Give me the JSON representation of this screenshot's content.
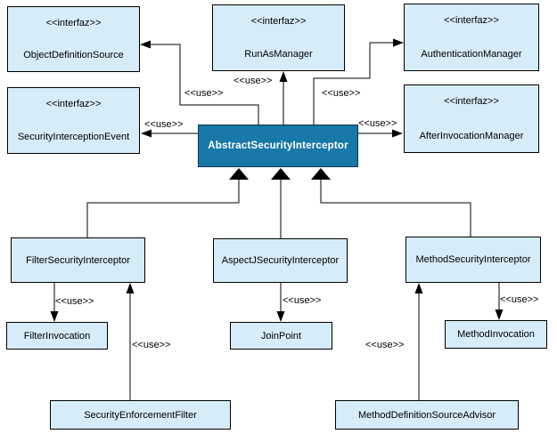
{
  "diagram": {
    "type": "uml-class-diagram",
    "use_label": "<<use>>",
    "colors": {
      "node_fill": "#d6ecf8",
      "node_border": "#000000",
      "main_node_fill": "#1878a8",
      "main_node_text": "#ffffff",
      "line": "#000000",
      "background": "#ffffff"
    },
    "nodes": {
      "object_definition_source": {
        "stereotype": "<<interfaz>>",
        "label": "ObjectDefinitionSource",
        "kind": "interface"
      },
      "run_as_manager": {
        "stereotype": "<<interfaz>>",
        "label": "RunAsManager",
        "kind": "interface"
      },
      "authentication_manager": {
        "stereotype": "<<interfaz>>",
        "label": "AuthenticationManager",
        "kind": "interface"
      },
      "security_interception_event": {
        "stereotype": "<<interfaz>>",
        "label": "SecurityInterceptionEvent",
        "kind": "interface"
      },
      "after_invocation_manager": {
        "stereotype": "<<interfaz>>",
        "label": "AfterInvocationManager",
        "kind": "interface"
      },
      "abstract_security_interceptor": {
        "label": "AbstractSecurityInterceptor",
        "kind": "abstract-class"
      },
      "filter_security_interceptor": {
        "label": "FilterSecurityInterceptor",
        "kind": "class"
      },
      "aspectj_security_interceptor": {
        "label": "AspectJSecurityInterceptor",
        "kind": "class"
      },
      "method_security_interceptor": {
        "label": "MethodSecurityInterceptor",
        "kind": "class"
      },
      "filter_invocation": {
        "label": "FilterInvocation",
        "kind": "class"
      },
      "join_point": {
        "label": "JoinPoint",
        "kind": "class"
      },
      "method_invocation": {
        "label": "MethodInvocation",
        "kind": "class"
      },
      "security_enforcement_filter": {
        "label": "SecurityEnforcementFilter",
        "kind": "class"
      },
      "method_definition_source_advisor": {
        "label": "MethodDefinitionSourceAdvisor",
        "kind": "class"
      }
    },
    "relationships": [
      {
        "from": "abstract_security_interceptor",
        "to": "object_definition_source",
        "type": "use"
      },
      {
        "from": "abstract_security_interceptor",
        "to": "run_as_manager",
        "type": "use"
      },
      {
        "from": "abstract_security_interceptor",
        "to": "authentication_manager",
        "type": "use"
      },
      {
        "from": "abstract_security_interceptor",
        "to": "security_interception_event",
        "type": "use"
      },
      {
        "from": "abstract_security_interceptor",
        "to": "after_invocation_manager",
        "type": "use"
      },
      {
        "from": "filter_security_interceptor",
        "to": "abstract_security_interceptor",
        "type": "generalization"
      },
      {
        "from": "aspectj_security_interceptor",
        "to": "abstract_security_interceptor",
        "type": "generalization"
      },
      {
        "from": "method_security_interceptor",
        "to": "abstract_security_interceptor",
        "type": "generalization"
      },
      {
        "from": "filter_security_interceptor",
        "to": "filter_invocation",
        "type": "use"
      },
      {
        "from": "aspectj_security_interceptor",
        "to": "join_point",
        "type": "use"
      },
      {
        "from": "method_security_interceptor",
        "to": "method_invocation",
        "type": "use"
      },
      {
        "from": "security_enforcement_filter",
        "to": "filter_security_interceptor",
        "type": "use"
      },
      {
        "from": "method_definition_source_advisor",
        "to": "method_security_interceptor",
        "type": "use"
      }
    ]
  }
}
